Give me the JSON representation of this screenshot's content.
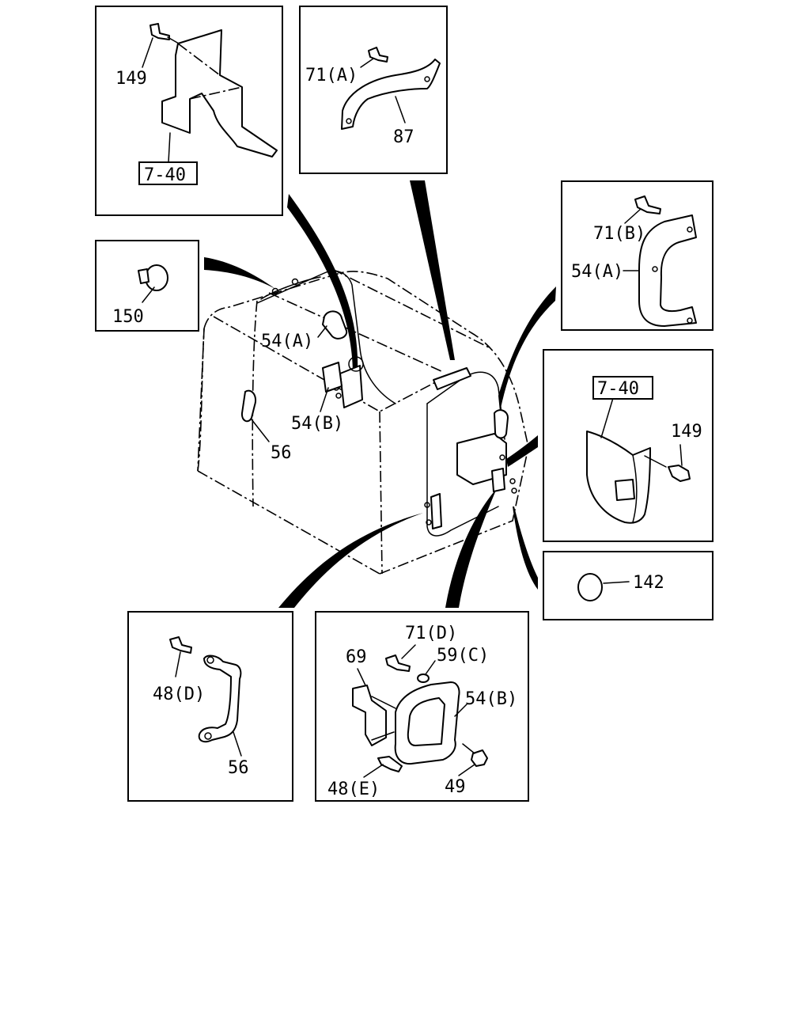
{
  "callouts": {
    "c149_top": "149",
    "c7_40_top": "7-40",
    "c71a": "71(A)",
    "c87": "87",
    "c150": "150",
    "c54a_main": "54(A)",
    "c54b_main": "54(B)",
    "c56_main": "56",
    "c71b": "71(B)",
    "c54a_detail": "54(A)",
    "c7_40_right": "7-40",
    "c149_right": "149",
    "c142": "142",
    "c48d": "48(D)",
    "c56_detail": "56",
    "c71d": "71(D)",
    "c69": "69",
    "c59c": "59(C)",
    "c54b_detail": "54(B)",
    "c48e": "48(E)",
    "c49": "49"
  }
}
